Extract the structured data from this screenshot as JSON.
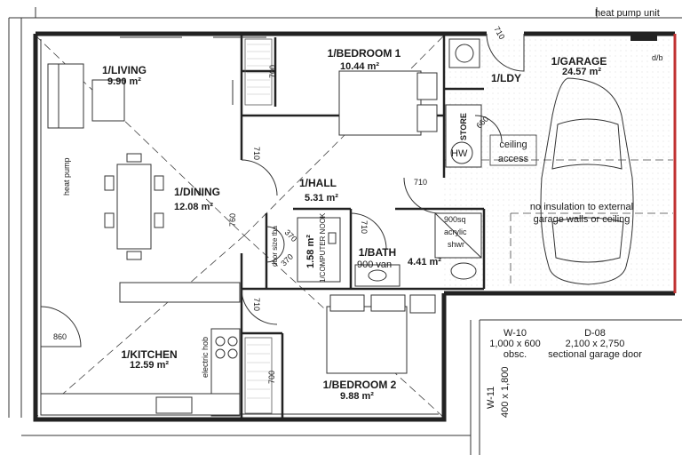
{
  "rooms": {
    "living": {
      "name": "1/LIVING",
      "area": "9.90 m²"
    },
    "bedroom1": {
      "name": "1/BEDROOM 1",
      "area": "10.44 m²"
    },
    "laundry": {
      "name": "1/LDY"
    },
    "garage": {
      "name": "1/GARAGE",
      "area": "24.57 m²"
    },
    "dining": {
      "name": "1/DINING",
      "area": "12.08 m²"
    },
    "hall": {
      "name": "1/HALL",
      "area": "5.31 m²"
    },
    "bath": {
      "name": "1/BATH",
      "area": "4.41 m²"
    },
    "nook": {
      "name": "1/COMPUTER NOOK",
      "area": "1.58 m²"
    },
    "kitchen": {
      "name": "1/KITCHEN",
      "area": "12.59 m²"
    },
    "bedroom2": {
      "name": "1/BEDROOM 2",
      "area": "9.88 m²"
    }
  },
  "labels": {
    "heat_pump_unit": "heat pump unit",
    "db": "d/b",
    "heat_pump": "heat pump",
    "store": "STORE",
    "hw": "HW",
    "ceiling_access_1": "ceiling",
    "ceiling_access_2": "access",
    "no_insulation_1": "no insulation to external",
    "no_insulation_2": "garage walls or ceiling",
    "shower_1": "900sq",
    "shower_2": "acrylic",
    "shower_3": "shwr",
    "vanity": "900 van",
    "door_size": "door size tba",
    "electric_hob": "electric hob"
  },
  "dimensions": {
    "d710_top": "710",
    "d700_wardrobe1": "700",
    "d660_store": "660",
    "d710_hall_left": "710",
    "d710_hall_right": "710",
    "d760": "760",
    "d710_bath": "710",
    "d370_a": "370",
    "d370_b": "370",
    "d710_bed2": "710",
    "d860": "860",
    "d700_wardrobe2": "700"
  },
  "schedule": {
    "w10_code": "W-10",
    "w10_size": "1,000 x 600",
    "w10_note": "obsc.",
    "d08_code": "D-08",
    "d08_size": "2,100 x 2,750",
    "d08_note": "sectional garage door",
    "w11_code": "W-11",
    "w11_size": "400 x 1,800"
  }
}
